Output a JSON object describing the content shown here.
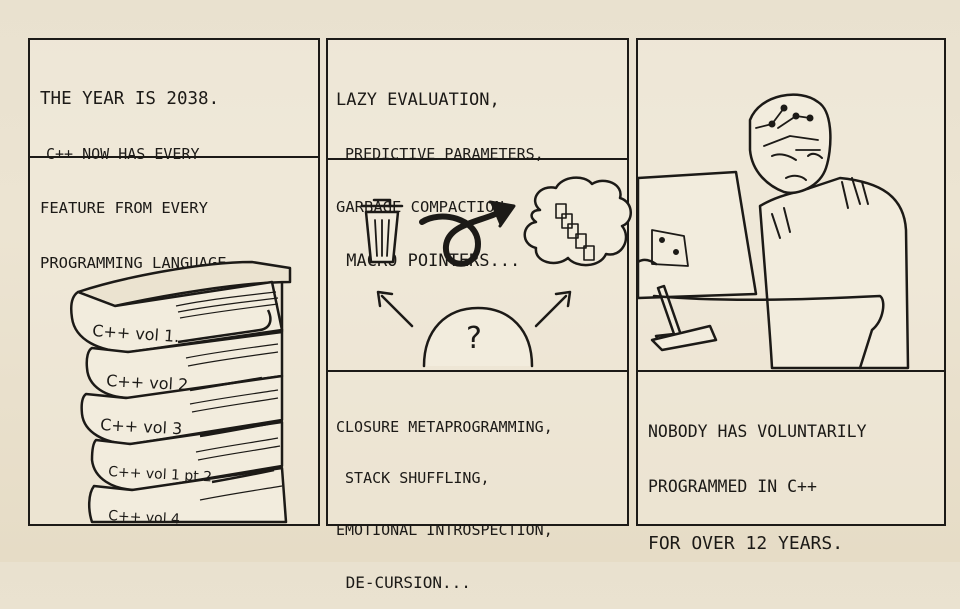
{
  "panels": [
    {
      "caption_lines": [
        "THE YEAR IS 2038.",
        "C++ NOW HAS EVERY",
        "FEATURE FROM EVERY",
        "PROGRAMMING LANGUAGE."
      ],
      "books": [
        "C++ vol 1.",
        "C++ vol 2",
        "C++ vol 3",
        "C++ vol 1 pt 2",
        "C++ vol 4"
      ]
    },
    {
      "top_caption_lines": [
        "LAZY EVALUATION,",
        " PREDICTIVE PARAMETERS,",
        "GARBAGE COMPACTION,",
        " MACRO POINTERS..."
      ],
      "question_mark": "?",
      "bottom_caption_lines": [
        "CLOSURE METAPROGRAMMING,",
        " STACK SHUFFLING,",
        "EMOTIONAL INTROSPECTION,",
        " DE-CURSION..."
      ]
    },
    {
      "caption_lines": [
        "NOBODY HAS VOLUNTARILY",
        "PROGRAMMED IN C++",
        "FOR OVER 12 YEARS."
      ]
    }
  ]
}
